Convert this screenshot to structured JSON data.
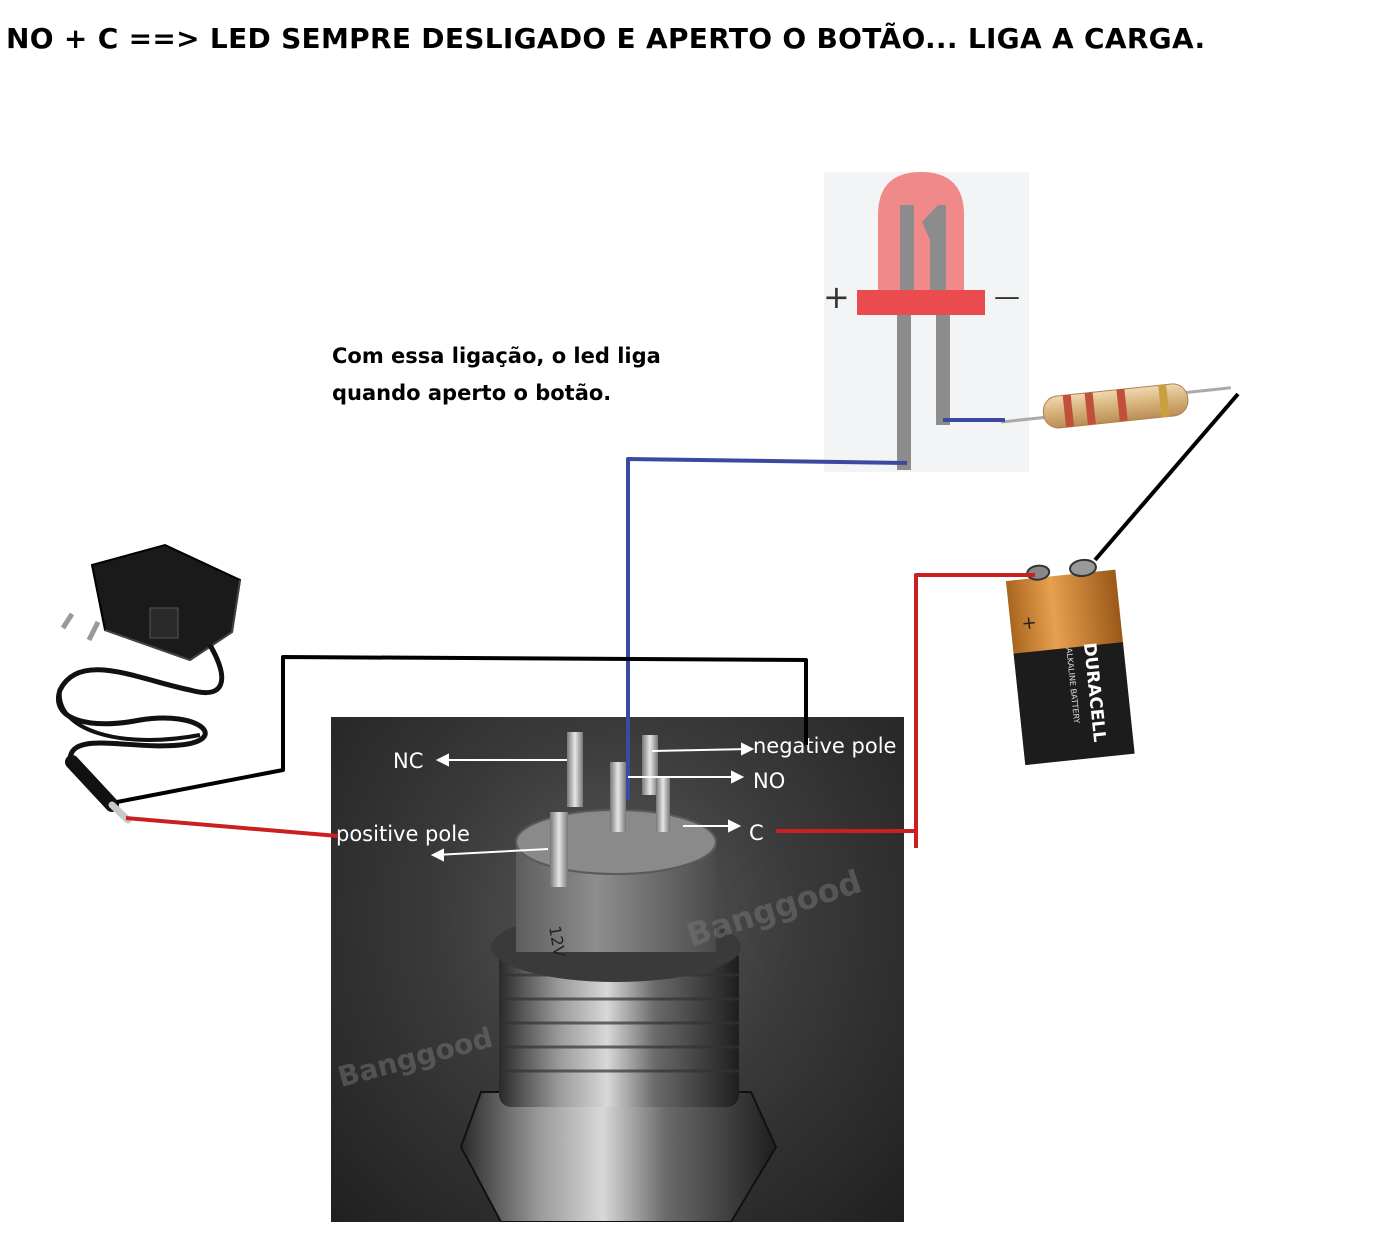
{
  "title": "NO + C ==> LED SEMPRE DESLIGADO E APERTO O BOTÃO... LIGA A CARGA.",
  "note": {
    "line1": "Com essa ligação, o led liga",
    "line2": "quando aperto o botão."
  },
  "led": {
    "plus": "+",
    "minus": "—"
  },
  "switch_labels": {
    "nc": "NC",
    "negative": "negative pole",
    "no": "NO",
    "positive": "positive pole",
    "c": "C"
  },
  "battery": {
    "brand": "DURACELL",
    "type": "ALKALINE BATTERY",
    "polarity": "+"
  },
  "switch_marking": "12V",
  "watermark": "Banggood"
}
